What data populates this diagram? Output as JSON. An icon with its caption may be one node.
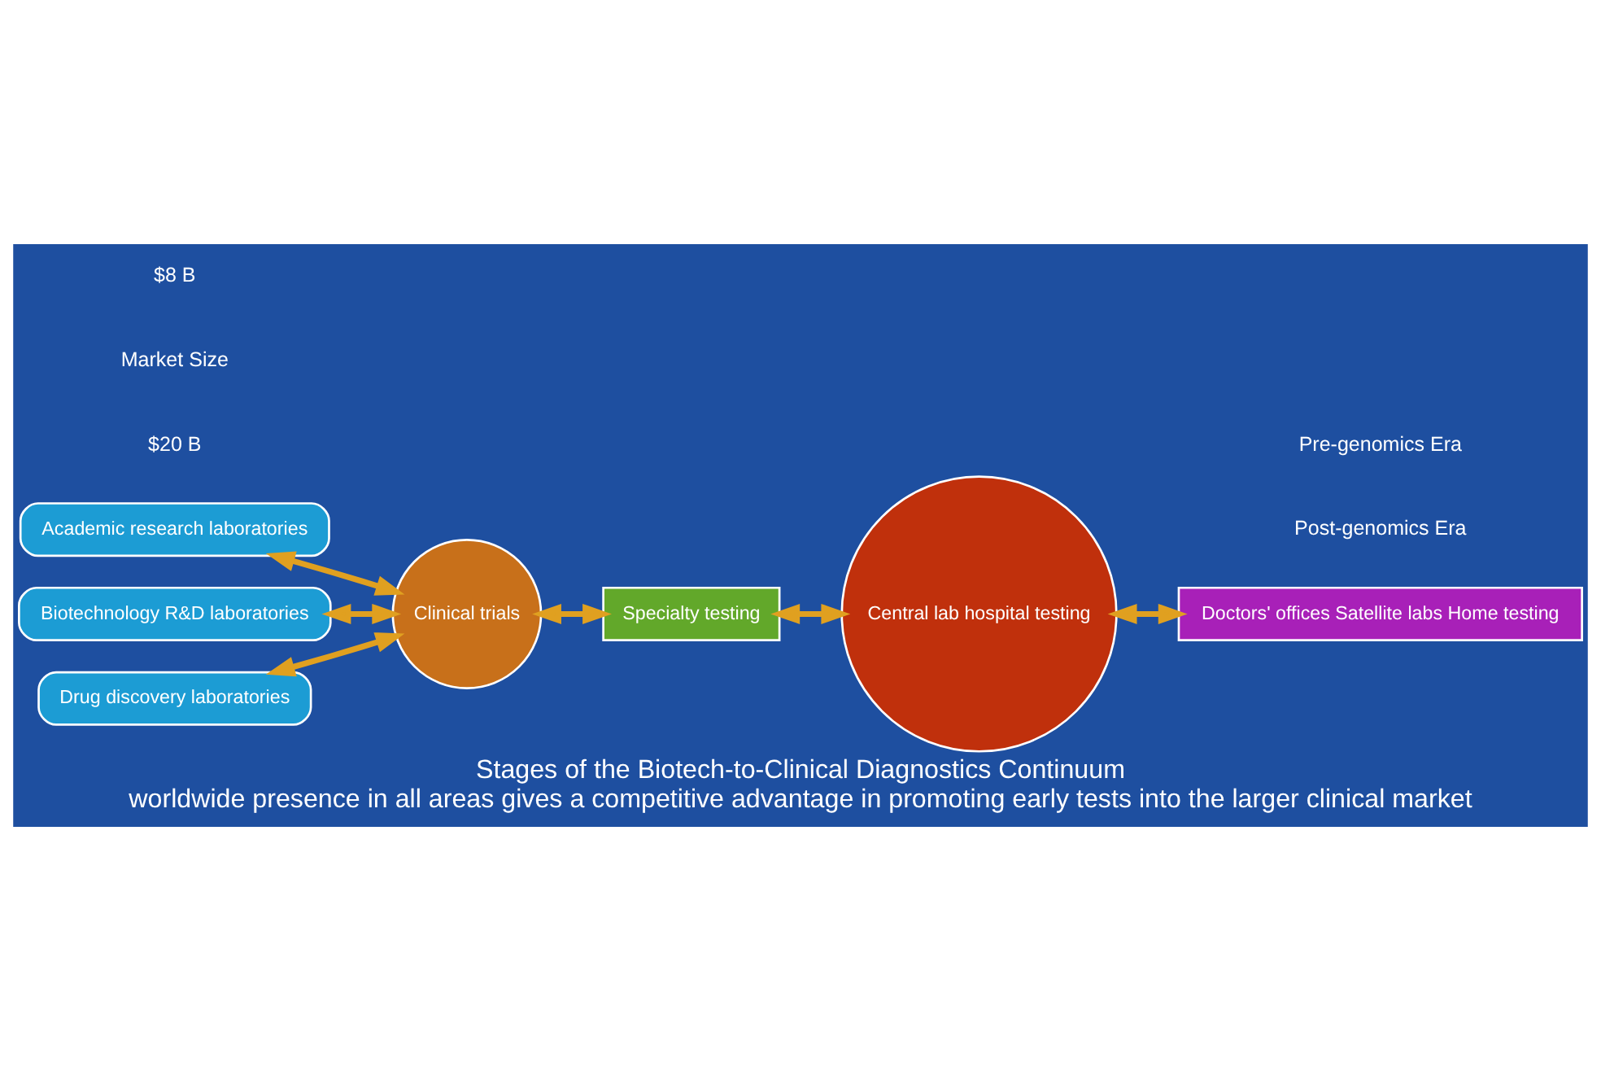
{
  "diagram": {
    "title": "Stages of the Biotech-to-Clinical Diagnostics Continuum",
    "caption": "worldwide presence in all areas gives a competitive advantage in promoting early tests into the larger clinical market",
    "nodes": [
      {
        "text": [
          "Academic research laboratories"
        ]
      },
      {
        "text": [
          "Biotechnology R&D laboratories"
        ]
      },
      {
        "text": [
          "Drug discovery laboratories"
        ]
      },
      {
        "text": [
          "Clinical trials"
        ]
      },
      {
        "text": [
          "Specialty testing"
        ]
      },
      {
        "text": [
          "Central lab hospital testing"
        ]
      },
      {
        "text": [
          "Doctors' offices Satellite labs Home testing"
        ]
      }
    ],
    "edges": [
      {
        "from": 0,
        "to": 3,
        "arrow": "both"
      },
      {
        "from": 1,
        "to": 3,
        "arrow": "both"
      },
      {
        "from": 2,
        "to": 3,
        "arrow": "both"
      },
      {
        "from": 3,
        "to": 4,
        "arrow": "both"
      },
      {
        "from": 4,
        "to": 5,
        "arrow": "both"
      },
      {
        "from": 5,
        "to": 6,
        "arrow": "both"
      }
    ],
    "labels": [
      "Post-genomics Era",
      "$20 B",
      "Pre-genomics Era",
      "Market Size",
      "$8 B"
    ]
  }
}
